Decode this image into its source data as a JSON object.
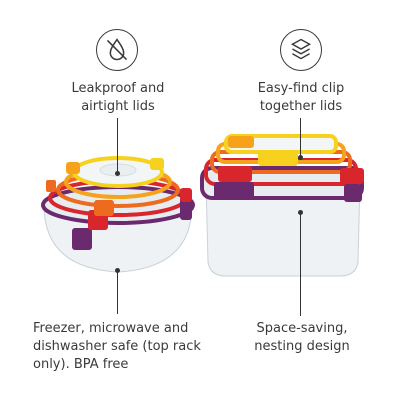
{
  "features": {
    "leakproof": {
      "icon": "no-water-drop-icon",
      "text": "Leakproof and\nairtight lids"
    },
    "clip": {
      "icon": "stacked-layers-icon",
      "text": "Easy-find clip\ntogether lids"
    },
    "freezer": {
      "text": "Freezer, microwave and\ndishwasher safe (top rack\nonly). BPA free"
    },
    "nesting": {
      "text": "Space-saving,\nnesting design"
    }
  },
  "colors": {
    "text": "#3a3a3a",
    "purple": "#6b2a6e",
    "red": "#d8262c",
    "orange": "#ee6a1f",
    "amber": "#f6a31b",
    "yellow": "#f6d21f",
    "clear": "#eef2f4"
  }
}
